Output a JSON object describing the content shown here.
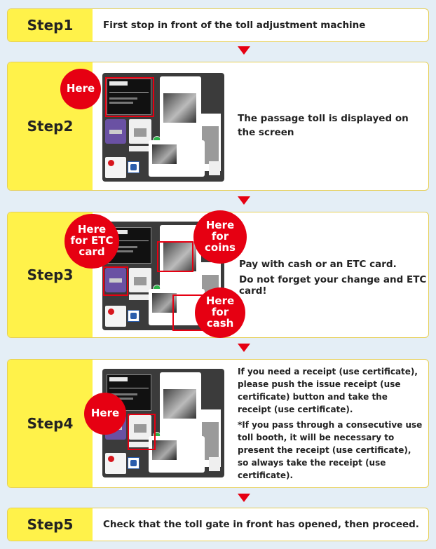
{
  "steps": [
    {
      "label": "Step1",
      "text": "First stop in front of the toll adjustment machine"
    },
    {
      "label": "Step2",
      "text": "The passage toll is displayed on the screen",
      "callout": "Here"
    },
    {
      "label": "Step3",
      "text": "Pay with cash or an ETC card.",
      "warning": "Do not forget your change and ETC card!",
      "callouts": {
        "etc": "Here for ETC card",
        "coins": "Here for coins",
        "cash": "Here for cash"
      }
    },
    {
      "label": "Step4",
      "text": "If you need a receipt (use certificate), please push the issue receipt (use certificate) button and take the receipt (use certificate).",
      "warning": "*If you pass through a consecutive use toll booth, it will be necessary to present the receipt (use certificate), so always take the receipt (use certificate).",
      "callout": "Here"
    },
    {
      "label": "Step5",
      "text": "Check that the toll gate in front has opened, then proceed."
    }
  ],
  "colors": {
    "accent": "#e60012",
    "label_bg": "#fff24a",
    "page_bg": "#e4eef6"
  }
}
